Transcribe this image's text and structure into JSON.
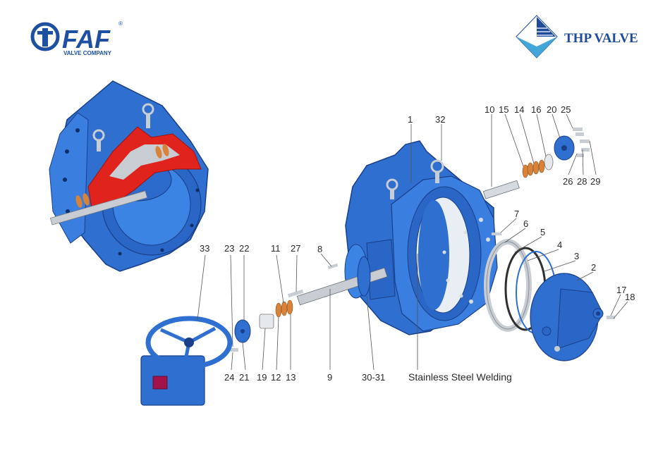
{
  "logos": {
    "left": {
      "name": "FAF",
      "subtitle": "VALVE COMPANY",
      "registered": "®"
    },
    "right": {
      "name": "THP VALVE"
    }
  },
  "colors": {
    "valve_blue": "#2e6fd0",
    "valve_dark": "#1a3f8a",
    "section_red": "#e0231c",
    "bronze": "#d9823a",
    "steel": "#c8cdd3"
  },
  "parts": {
    "p1": "1",
    "p2": "2",
    "p3": "3",
    "p4": "4",
    "p5": "5",
    "p6": "6",
    "p7": "7",
    "p8": "8",
    "p9": "9",
    "p10": "10",
    "p11": "11",
    "p12": "12",
    "p13": "13",
    "p14": "14",
    "p15": "15",
    "p16": "16",
    "p17": "17",
    "p18": "18",
    "p19": "19",
    "p20": "20",
    "p21": "21",
    "p22": "22",
    "p23": "23",
    "p24": "24",
    "p25": "25",
    "p26": "26",
    "p27": "27",
    "p28": "28",
    "p29": "29",
    "p30_31": "30-31",
    "p32": "32",
    "p33": "33"
  },
  "callouts": {
    "stainless_welding": "Stainless Steel Welding"
  }
}
